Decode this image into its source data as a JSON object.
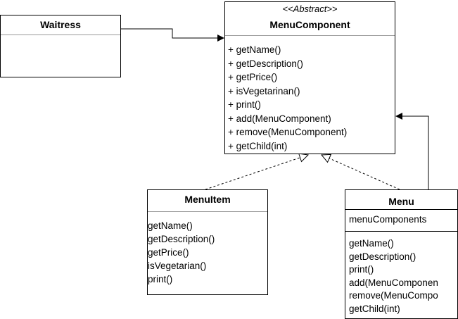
{
  "waitress": {
    "name": "Waitress"
  },
  "menu_component": {
    "stereotype": "<<Abstract>>",
    "name": "MenuComponent",
    "operations": [
      "+ getName()",
      "+ getDescription()",
      "+ getPrice()",
      "+ isVegetarinan()",
      "+ print()",
      "+ add(MenuComponent)",
      "+ remove(MenuComponent)",
      "+ getChild(int)"
    ]
  },
  "menu_item": {
    "name": "MenuItem",
    "operations": [
      "getName()",
      "getDescription()",
      "getPrice()",
      "isVegetarian()",
      "print()"
    ]
  },
  "menu": {
    "name": "Menu",
    "attributes": [
      "menuComponents"
    ],
    "operations": [
      "getName()",
      "getDescription()",
      "print()",
      "add(MenuComponen",
      "remove(MenuCompo",
      "getChild(int)"
    ]
  }
}
